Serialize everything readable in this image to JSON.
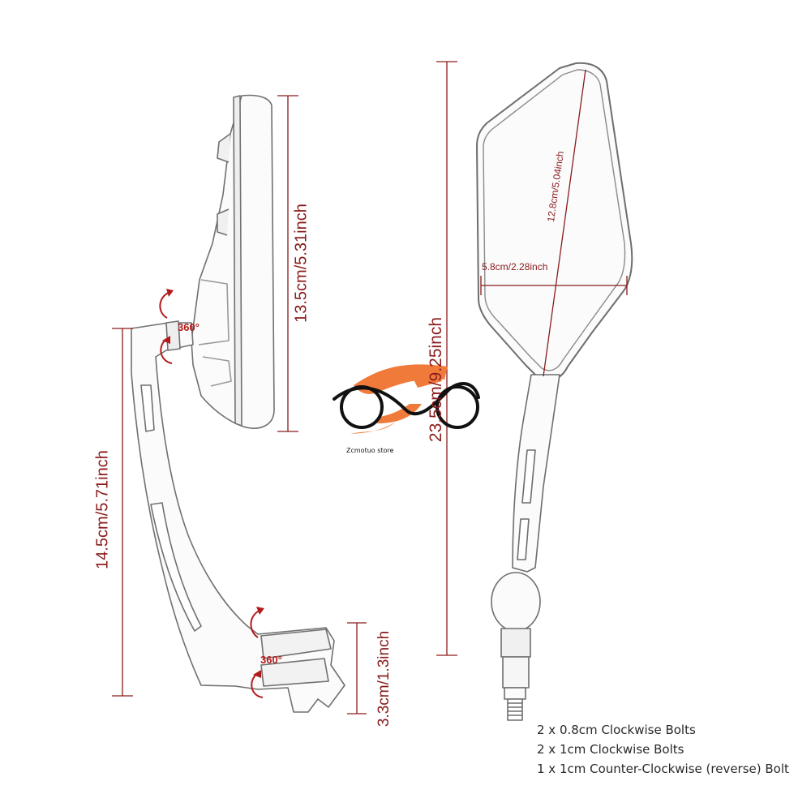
{
  "dimensions": {
    "left_mirror_height": "13.5cm/5.31inch",
    "left_arm_height": "14.5cm/5.71inch",
    "mount_height": "3.3cm/1.3inch",
    "total_height": "23.5cm/9.25inch",
    "mirror_diagonal": "12.8cm/5.04inch",
    "mirror_width": "5.8cm/2.28inch"
  },
  "rotation": {
    "top": "360°",
    "bottom": "360°"
  },
  "brand": {
    "store_name": "Zcmotuo store",
    "colors": {
      "orange": "#f07a3a",
      "black": "#111111"
    }
  },
  "bolts": [
    "2 x 0.8cm Clockwise Bolts",
    "2 x 1cm Clockwise Bolts",
    "1 x 1cm Counter-Clockwise (reverse) Bolt"
  ],
  "colors": {
    "dimension_line": "#8a1c1c",
    "arrow": "#b31b1b",
    "sketch": "#6e6e6e"
  }
}
